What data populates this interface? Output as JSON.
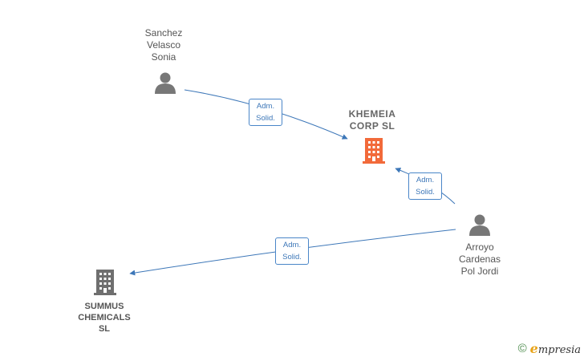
{
  "nodes": {
    "main_company": {
      "lines": [
        "KHEMEIA",
        "CORP  SL"
      ],
      "color": "#f26a3a"
    },
    "person_sanchez": {
      "lines": [
        "Sanchez",
        "Velasco",
        "Sonia"
      ]
    },
    "person_arroyo": {
      "lines": [
        "Arroyo",
        "Cardenas",
        "Pol Jordi"
      ]
    },
    "company_summus": {
      "lines": [
        "SUMMUS",
        "CHEMICALS",
        "SL"
      ]
    }
  },
  "edges": [
    {
      "from": "person_sanchez",
      "to": "main_company",
      "role_lines": [
        "Adm.",
        "Solid."
      ]
    },
    {
      "from": "person_arroyo",
      "to": "main_company",
      "role_lines": [
        "Adm.",
        "Solid."
      ]
    },
    {
      "from": "person_arroyo",
      "to": "company_summus",
      "role_lines": [
        "Adm.",
        "Solid."
      ]
    }
  ],
  "colors": {
    "edge": "#3d77b8",
    "person_icon": "#777777",
    "company_icon": "#6f6f6f",
    "accent": "#f26a3a"
  },
  "footer": {
    "copyright_symbol": "©",
    "brand_initial": "e",
    "brand_rest": "mpresia"
  }
}
